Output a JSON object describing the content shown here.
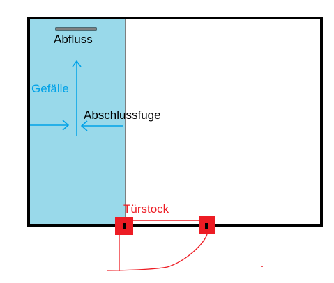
{
  "labels": {
    "drain": "Abfluss",
    "slope": "Gefälle",
    "joint": "Abschlussfuge",
    "door_frame": "Türstock"
  },
  "colors": {
    "background": "#ffffff",
    "wall": "#000000",
    "shower_area": "#99d9ea",
    "slope_text": "#00a2e8",
    "slope_arrows": "#00a2e8",
    "door": "#ed1c24",
    "label_text": "#000000"
  }
}
